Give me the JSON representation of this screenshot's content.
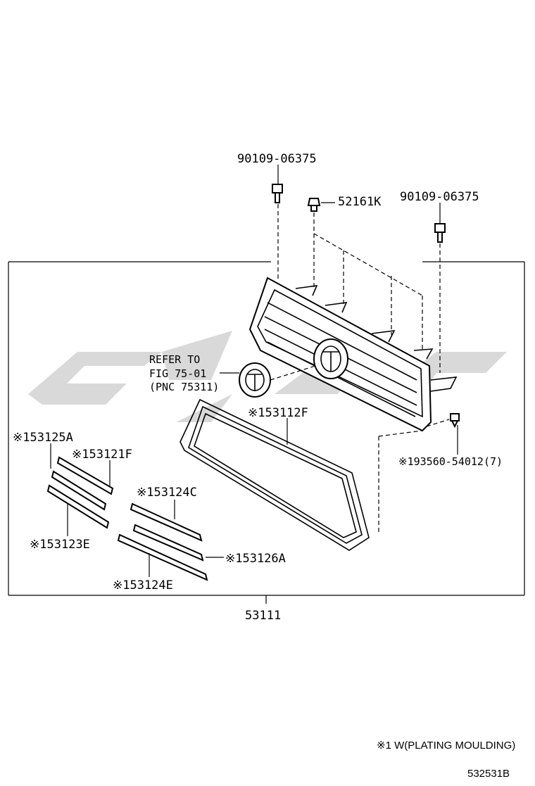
{
  "labels": {
    "bolt_left": "90109-06375",
    "clip_top": "52161K",
    "bolt_right": "90109-06375",
    "refer_line1": "REFER TO",
    "refer_line2": "FIG 75-01",
    "refer_line3": "(PNC 75311)",
    "moulding_53112f": "※153112F",
    "screw_93560": "※193560-54012(7)",
    "moulding_53125a": "※153125A",
    "moulding_53121f": "※153121F",
    "moulding_53124c": "※153124C",
    "moulding_53123e": "※153123E",
    "moulding_53126a": "※153126A",
    "moulding_53124e": "※153124E",
    "assembly_53111": "53111"
  },
  "footnote": "※1 W(PLATING MOULDING)",
  "figure_id": "532531B"
}
